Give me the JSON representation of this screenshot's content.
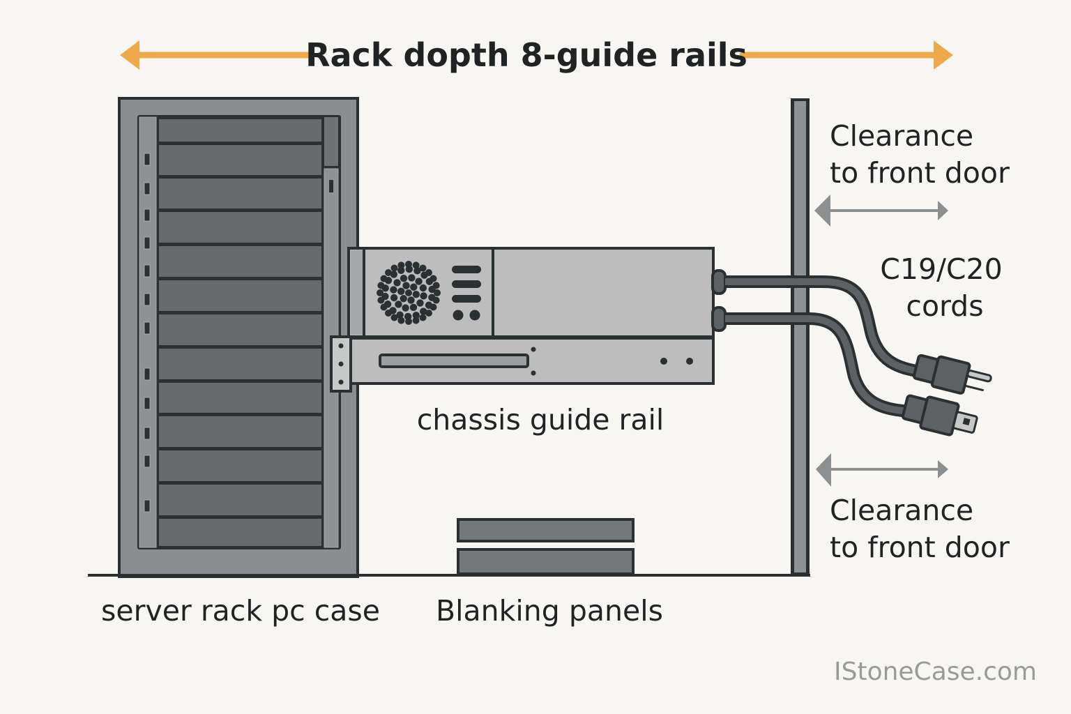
{
  "title": "Rack dopth 8-guide rails",
  "labels": {
    "clearance_top": [
      "Clearance",
      "to front door"
    ],
    "cords": [
      "C19/C20",
      "cords"
    ],
    "clearance_bottom": [
      "Clearance",
      "to front door"
    ],
    "chassis_rail": "chassis guide rail",
    "rack_case": "server rack pc case",
    "blanking": "Blanking panels"
  },
  "watermark": "IStoneCase.com",
  "colors": {
    "background": "#f8f6f3",
    "accent_arrow": "#eda94a",
    "clearance_arrow": "#8c8f90",
    "outline": "#2b3032",
    "rack_body": "#8b8e90",
    "rack_bay": "#676b6e",
    "chassis": "#bdbdbd",
    "cord": "#5d6163",
    "text": "#1f2324",
    "watermark": "#9a9a9a"
  },
  "icons": [
    "double-arrow-icon",
    "fan-grille-icon",
    "power-plug-icon"
  ]
}
